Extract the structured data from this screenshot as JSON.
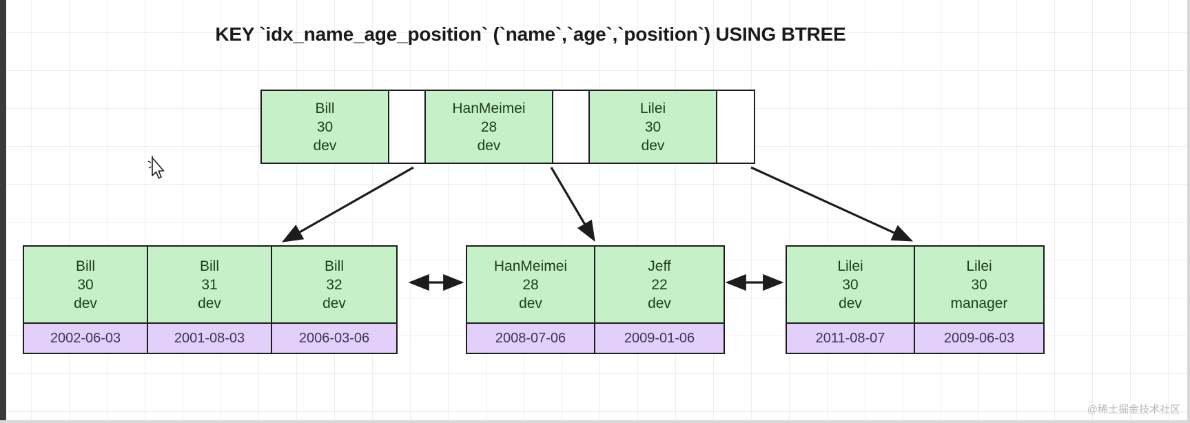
{
  "title": "KEY `idx_name_age_position` (`name`,`age`,`position`) USING BTREE",
  "colors": {
    "key_cell": "#c6f0c8",
    "date_cell": "#e3d0fa",
    "border": "#1c1c1c",
    "grid": "#8ca0be",
    "text": "#1d3d1f"
  },
  "root": {
    "label": "root-node",
    "cells": [
      {
        "type": "key",
        "name": "Bill",
        "age": "30",
        "position": "dev"
      },
      {
        "type": "pointer"
      },
      {
        "type": "key",
        "name": "HanMeimei",
        "age": "28",
        "position": "dev"
      },
      {
        "type": "pointer"
      },
      {
        "type": "key",
        "name": "Lilei",
        "age": "30",
        "position": "dev"
      },
      {
        "type": "pointer"
      }
    ]
  },
  "leaves": [
    {
      "label": "leaf-node-left",
      "entries": [
        {
          "name": "Bill",
          "age": "30",
          "position": "dev",
          "date": "2002-06-03"
        },
        {
          "name": "Bill",
          "age": "31",
          "position": "dev",
          "date": "2001-08-03"
        },
        {
          "name": "Bill",
          "age": "32",
          "position": "dev",
          "date": "2006-03-06"
        }
      ]
    },
    {
      "label": "leaf-node-middle",
      "entries": [
        {
          "name": "HanMeimei",
          "age": "28",
          "position": "dev",
          "date": "2008-07-06"
        },
        {
          "name": "Jeff",
          "age": "22",
          "position": "dev",
          "date": "2009-01-06"
        }
      ]
    },
    {
      "label": "leaf-node-right",
      "entries": [
        {
          "name": "Lilei",
          "age": "30",
          "position": "dev",
          "date": "2011-08-07"
        },
        {
          "name": "Lilei",
          "age": "30",
          "position": "manager",
          "date": "2009-06-03"
        }
      ]
    }
  ],
  "watermark": "@稀土掘金技术社区"
}
